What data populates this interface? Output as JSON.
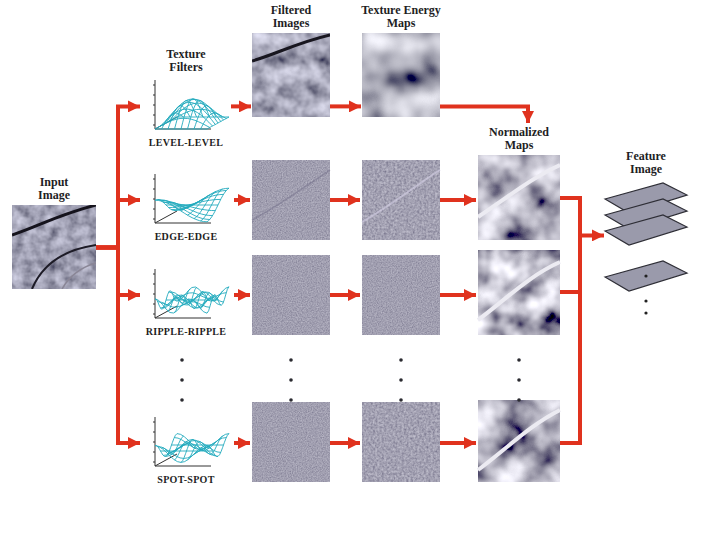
{
  "diagram": {
    "nodes": [
      {
        "text": [
          "Input Image"
        ]
      },
      {
        "text": [
          "Texture Filters",
          "LEVEL-LEVEL"
        ]
      },
      {
        "text": [
          "EDGE-EDGE"
        ]
      },
      {
        "text": [
          "RIPPLE-RIPPLE"
        ]
      },
      {
        "text": [
          "SPOT-SPOT"
        ]
      },
      {
        "text": [
          "Filtered Images"
        ]
      },
      {
        "text": [
          "Texture Energy Maps"
        ]
      },
      {
        "text": [
          "Normalized Maps"
        ]
      },
      {
        "text": [
          "Feature Image"
        ]
      }
    ],
    "edges": [
      {
        "from": 0,
        "to": 1,
        "arrow": "to"
      },
      {
        "from": 0,
        "to": 2,
        "arrow": "to"
      },
      {
        "from": 0,
        "to": 3,
        "arrow": "to"
      },
      {
        "from": 0,
        "to": 4,
        "arrow": "to"
      },
      {
        "from": 1,
        "to": 5,
        "arrow": "to"
      },
      {
        "from": 5,
        "to": 6,
        "arrow": "to"
      },
      {
        "from": 6,
        "to": 7,
        "arrow": "to"
      },
      {
        "from": 7,
        "to": 8,
        "arrow": "to"
      }
    ]
  }
}
